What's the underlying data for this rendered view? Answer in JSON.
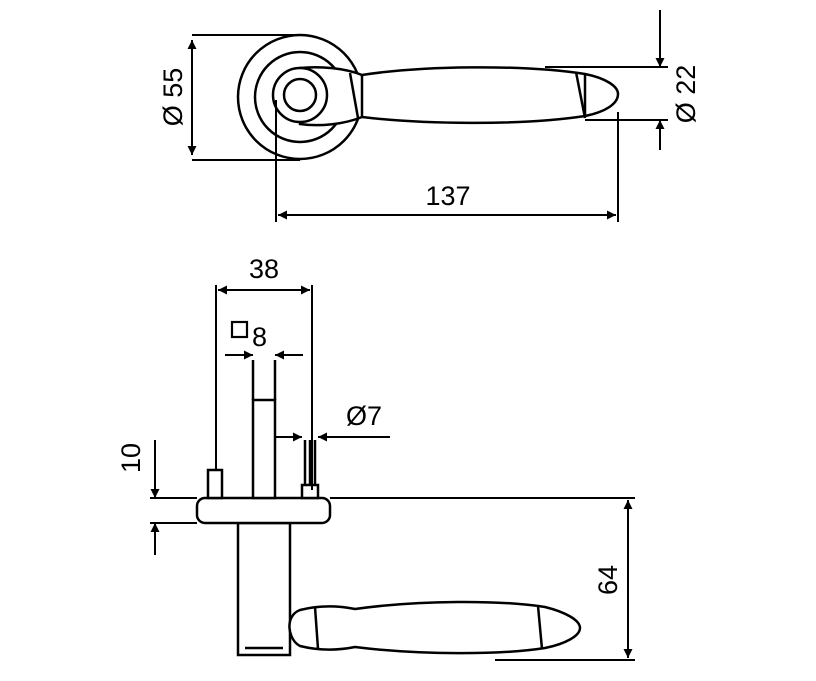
{
  "drawing": {
    "top_view": {
      "rose_diameter": "Ø 55",
      "lever_end_diameter": "Ø 22",
      "lever_length": "137"
    },
    "side_view": {
      "pin_spacing": "38",
      "spindle_square": "8",
      "pin_diameter": "Ø7",
      "rose_thickness": "10",
      "lever_height": "64"
    },
    "colors": {
      "line": "#000000",
      "background": "#ffffff"
    }
  }
}
